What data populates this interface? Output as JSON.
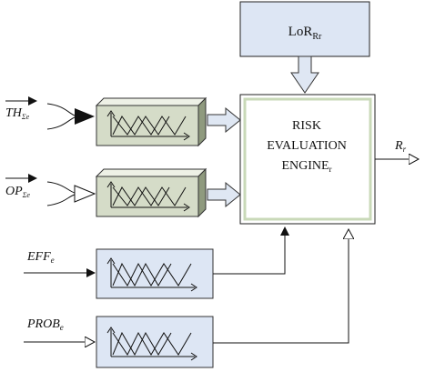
{
  "lor_box": {
    "main": "LoR",
    "subscript": "Rr"
  },
  "engine": {
    "line1": "RISK",
    "line2": "EVALUATION",
    "line3_main": "ENGINE",
    "line3_sub": "r"
  },
  "inputs": {
    "th": {
      "main": "TH",
      "sub": "Σe"
    },
    "op": {
      "main": "OP",
      "sub": "Σe"
    },
    "eff": {
      "main": "EFF",
      "sub": "e"
    },
    "prob": {
      "main": "PROB",
      "sub": "e"
    }
  },
  "output": {
    "main": "R",
    "sub": "r"
  },
  "colors": {
    "lor_fill": "#dde6f4",
    "engine_fill": "#ffffff",
    "engine_inner_border": "#c9d9b8",
    "fuzzifier_fill_3d": "#d5dcc8",
    "fuzzifier_side_3d": "#8f9a7e",
    "fuzzifier_fill_flat": "#dde6f4",
    "arrow_fill": "#dfe7f3",
    "line": "#111111"
  }
}
